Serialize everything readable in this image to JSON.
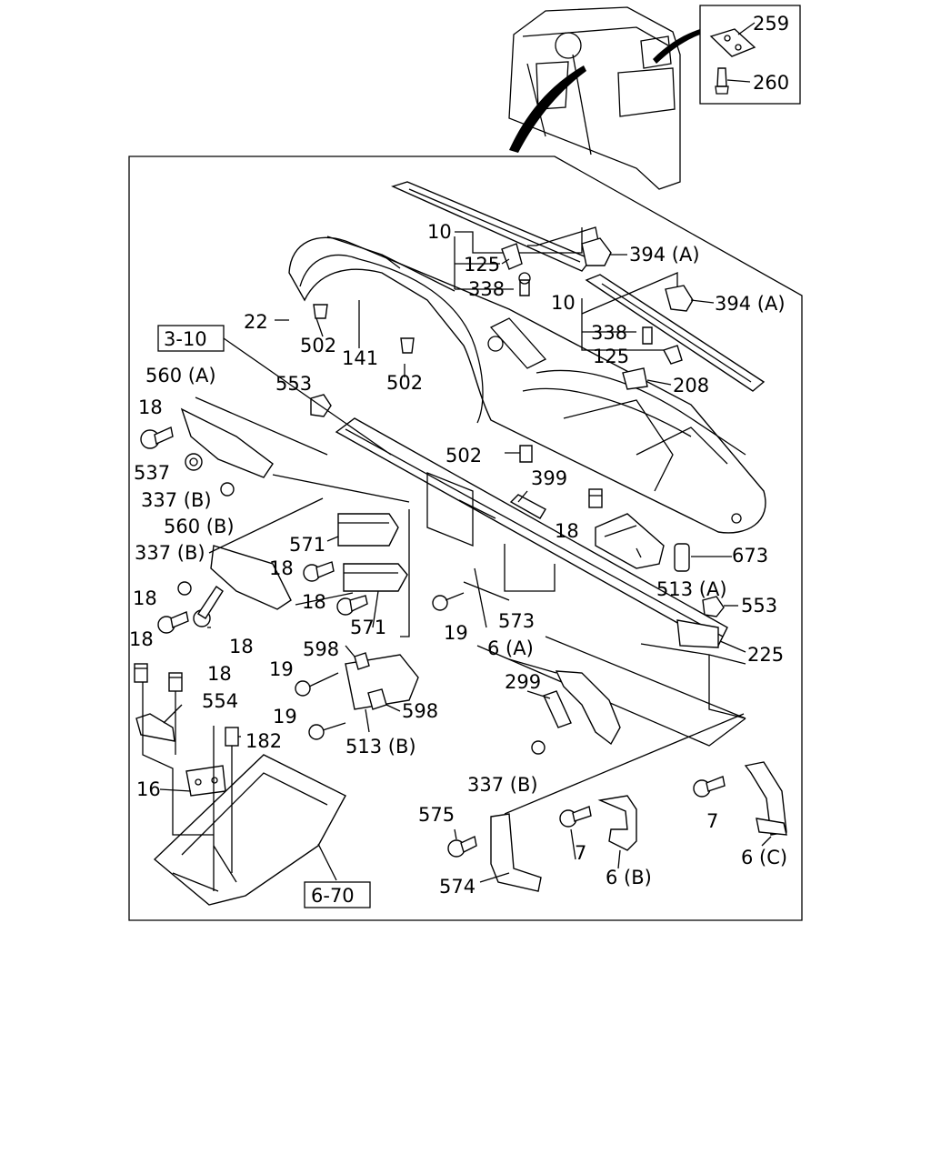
{
  "callouts": {
    "c259": "259",
    "c260": "260",
    "c10a": "10",
    "c125a": "125",
    "c338a": "338",
    "c394a": "394 (A)",
    "c394b": "394 (A)",
    "c10b": "10",
    "c338b": "338",
    "c125b": "125",
    "c22": "22",
    "c502a": "502",
    "c141": "141",
    "c502b": "502",
    "c208": "208",
    "c553a": "553",
    "c560a": "560 (A)",
    "c18a": "18",
    "c502c": "502",
    "c537": "537",
    "c337a": "337 (B)",
    "c399": "399",
    "c560b": "560 (B)",
    "c571a": "571",
    "c18b": "18",
    "c673": "673",
    "c337b": "337 (B)",
    "c18c": "18",
    "c513a": "513 (A)",
    "c18d": "18",
    "c553b": "553",
    "c571b": "571",
    "c18e": "18",
    "c19a": "19",
    "c573": "573",
    "c18f": "18",
    "c598a": "598",
    "c225": "225",
    "c6a": "6 (A)",
    "c18g": "18",
    "c18h": "18",
    "c19b": "19",
    "c299": "299",
    "c554": "554",
    "c19c": "19",
    "c598b": "598",
    "c182": "182",
    "c513b": "513 (B)",
    "c16": "16",
    "c337c": "337 (B)",
    "c575": "575",
    "c7a": "7",
    "c7b": "7",
    "c6c": "6 (C)",
    "c6b": "6 (B)",
    "c574": "574"
  },
  "references": {
    "r310": "3-10",
    "r670": "6-70"
  }
}
